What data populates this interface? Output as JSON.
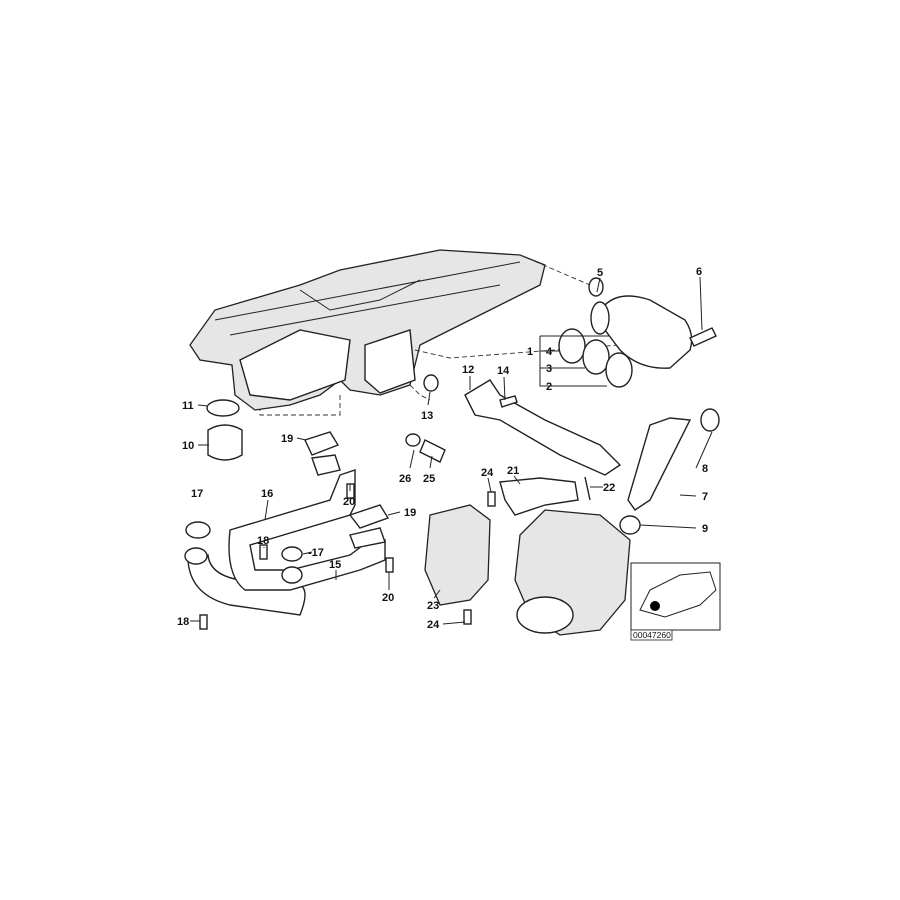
{
  "diagram": {
    "callouts": [
      "5",
      "6",
      "1",
      "4",
      "3",
      "2",
      "12",
      "14",
      "13",
      "11",
      "10",
      "19",
      "19",
      "26",
      "25",
      "24",
      "21",
      "22",
      "8",
      "7",
      "9",
      "17",
      "16",
      "20",
      "18",
      "-17",
      "15",
      "20",
      "23",
      "24",
      "18"
    ],
    "inset": {
      "code": "00047260"
    }
  }
}
